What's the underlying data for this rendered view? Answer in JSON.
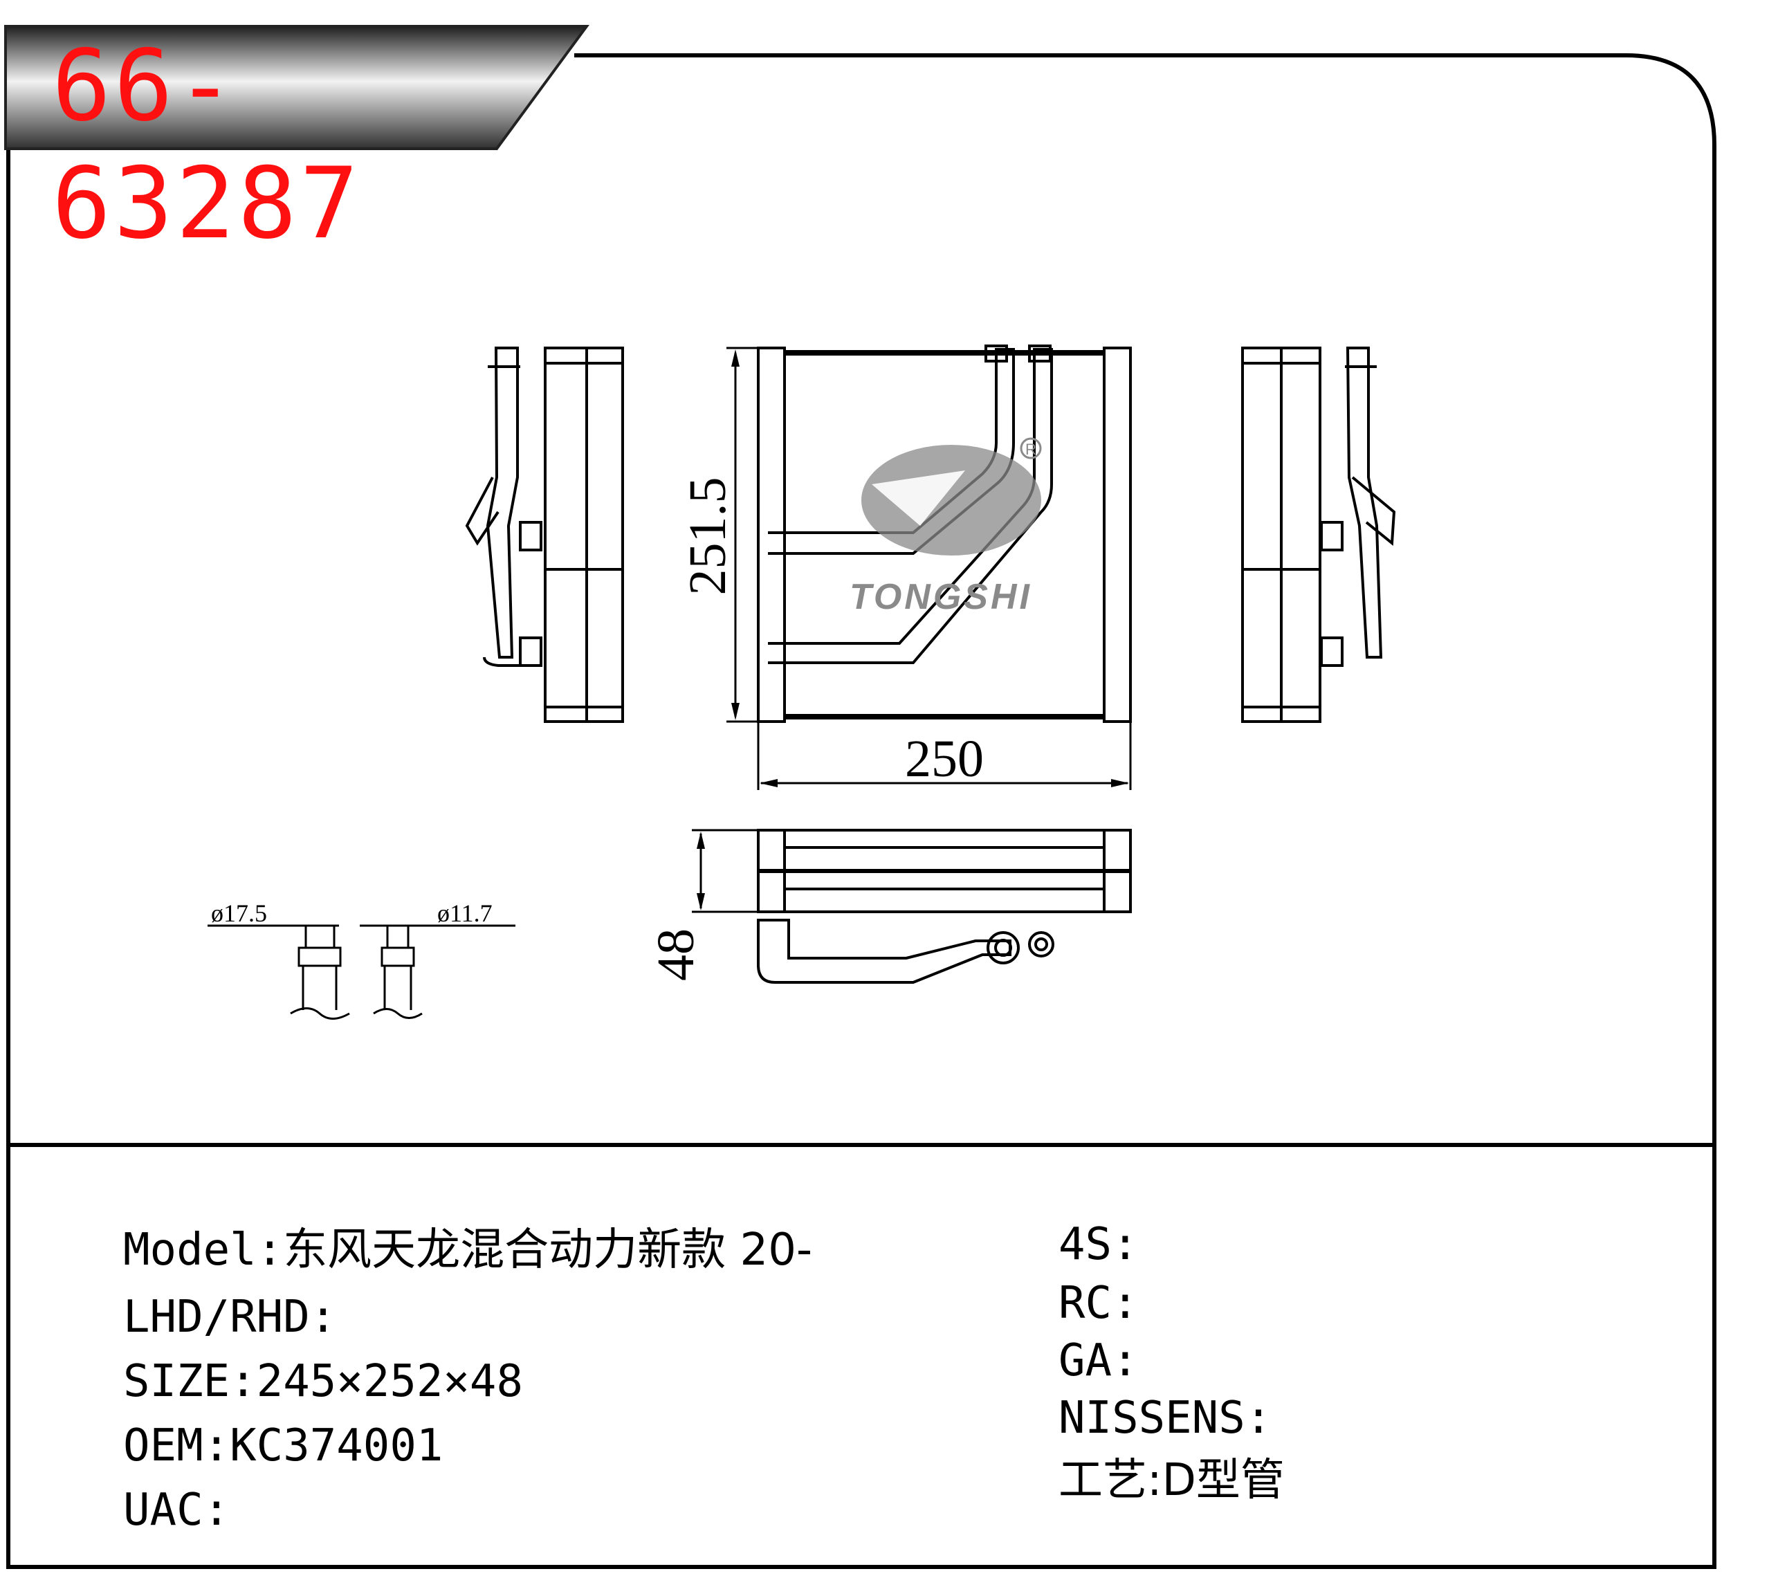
{
  "part_number": "66-63287",
  "brand": {
    "logo_text": "TONGSHI",
    "registered_mark": "R"
  },
  "dimensions": {
    "height": "251.5",
    "width": "250",
    "depth": "48",
    "tube_large": "ø17.5",
    "tube_small": "ø11.7"
  },
  "spec_left": [
    {
      "label": "Model:",
      "value": "东风天龙混合动力新款 20-"
    },
    {
      "label": "LHD/RHD:",
      "value": ""
    },
    {
      "label": "SIZE:",
      "value": "245×252×48"
    },
    {
      "label": "OEM:",
      "value": "KC374001"
    },
    {
      "label": "UAC:",
      "value": ""
    }
  ],
  "spec_right": [
    {
      "label": "4S:",
      "value": ""
    },
    {
      "label": "RC:",
      "value": ""
    },
    {
      "label": "GA:",
      "value": ""
    },
    {
      "label": "NISSENS:",
      "value": ""
    },
    {
      "label": "工艺:",
      "value": "D型管"
    }
  ],
  "colors": {
    "part_number": "#ff1010",
    "line": "#000000",
    "banner": "#3a3a3a",
    "watermark": "#8a8a8a"
  }
}
